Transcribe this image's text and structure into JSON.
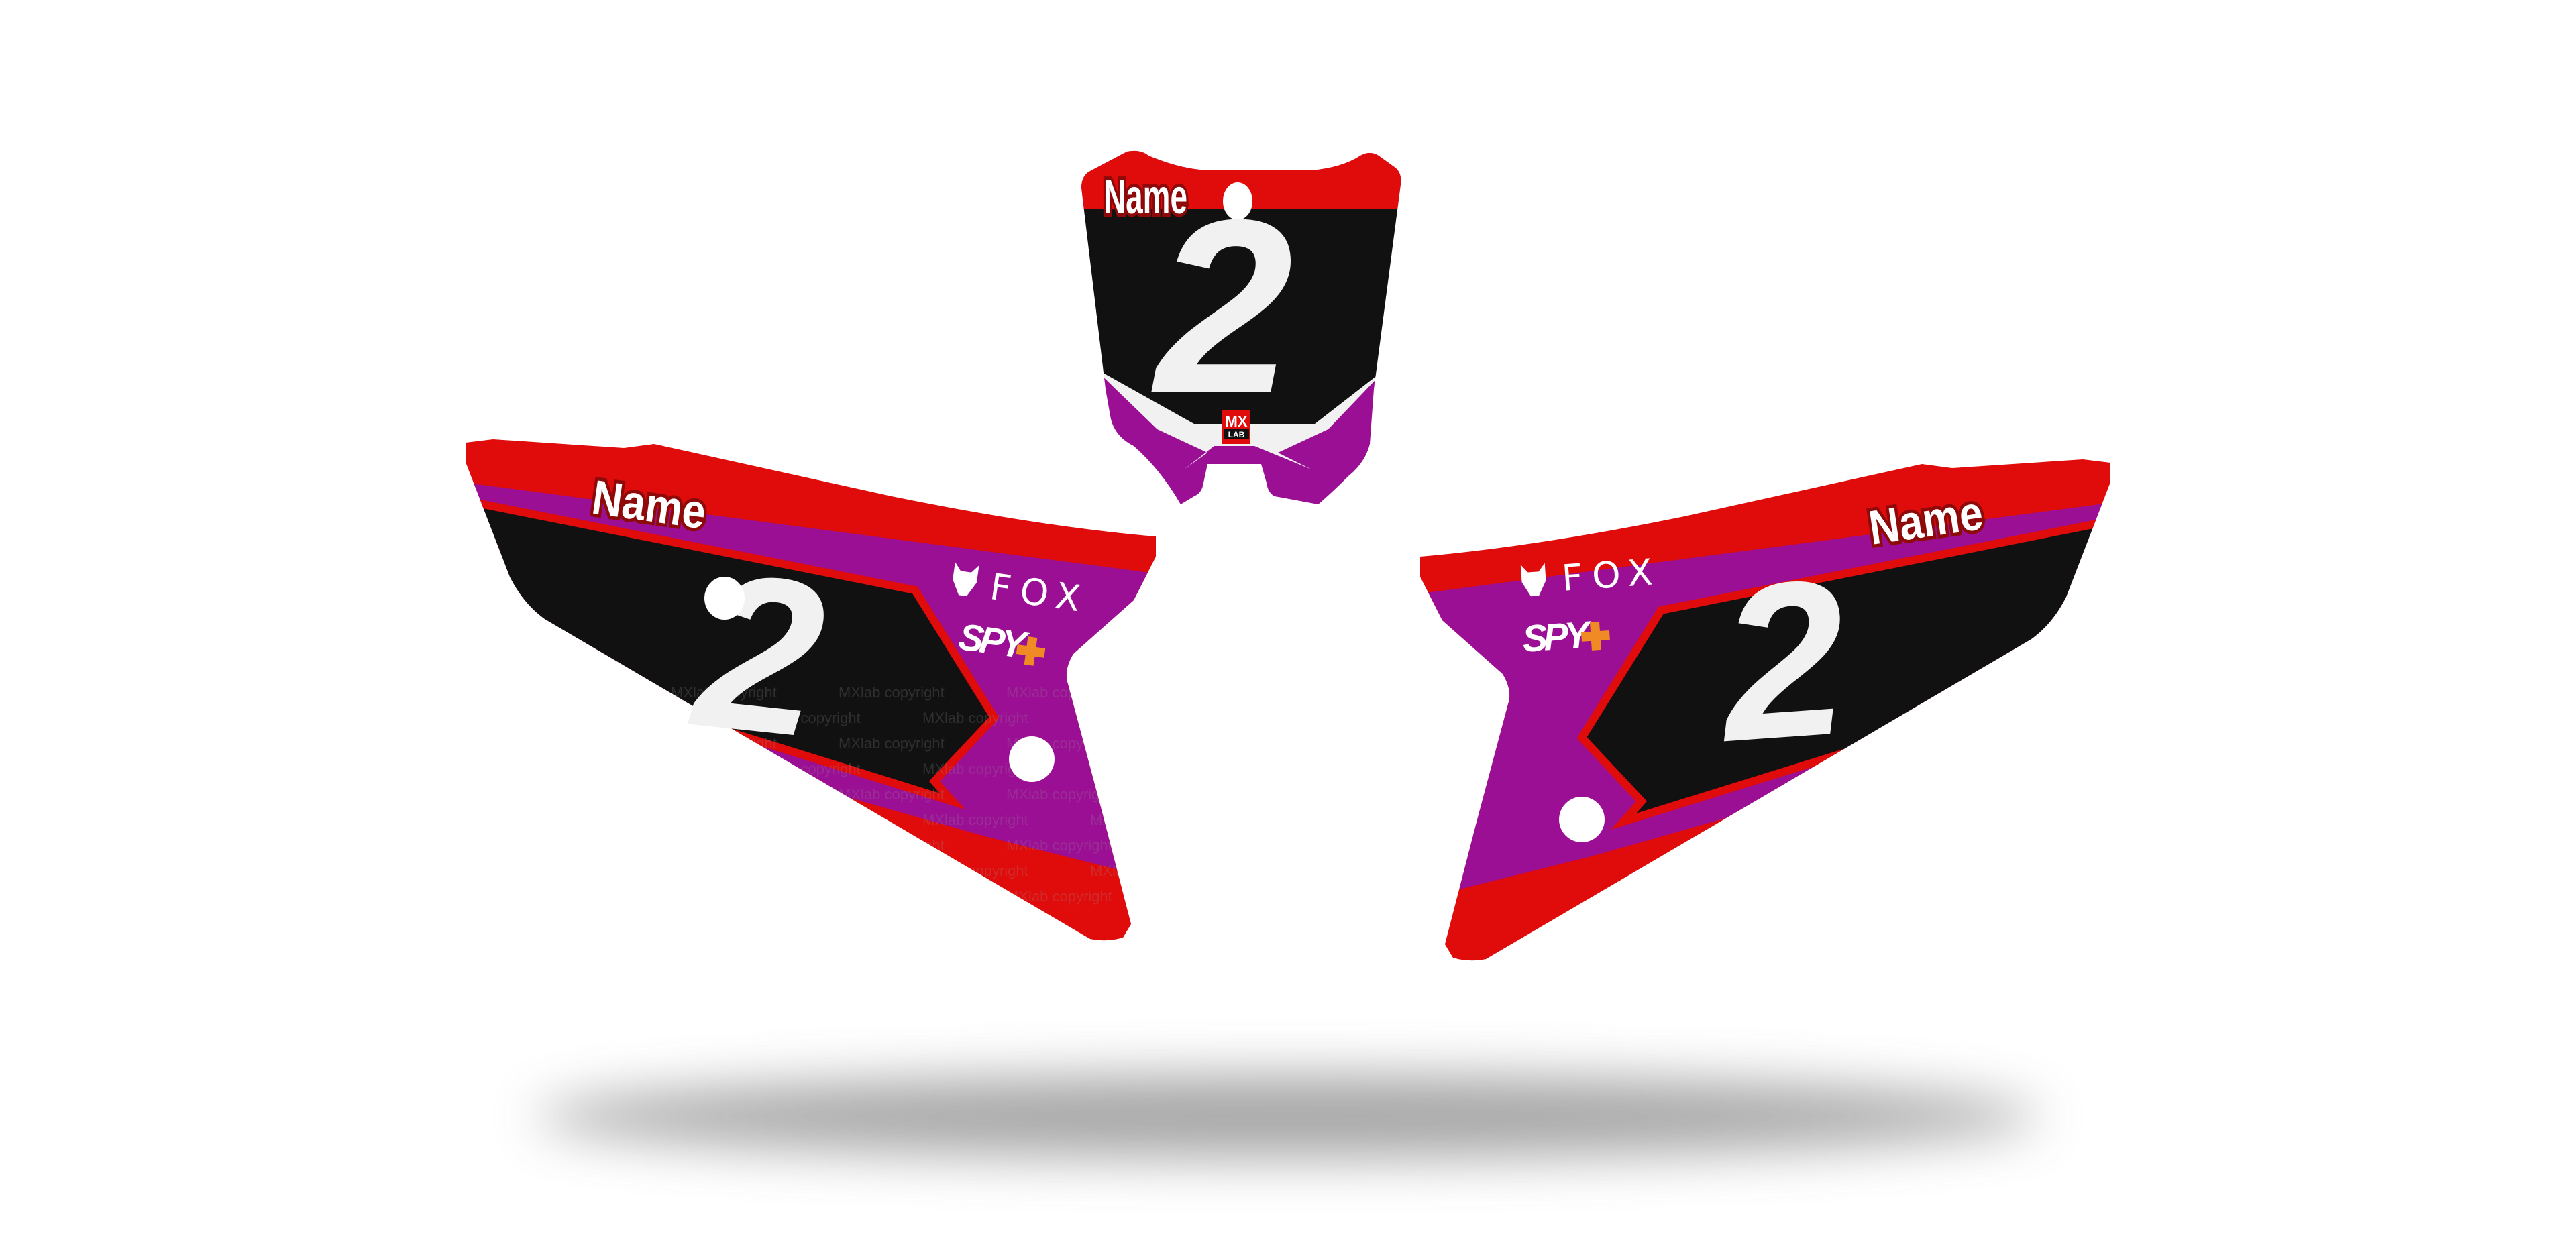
{
  "product": {
    "front_plate": {
      "name": "Name",
      "number": "2",
      "logo_top": "MX",
      "logo_bottom": "LAB"
    },
    "left_side_panel": {
      "name": "Name",
      "number": "2",
      "sponsors": [
        "FOX",
        "SPY"
      ]
    },
    "right_side_panel": {
      "name": "Name",
      "number": "2",
      "sponsors": [
        "FOX",
        "SPY"
      ]
    },
    "watermark": "MXlab copyright"
  },
  "colors": {
    "red": "#e00b0b",
    "black": "#111111",
    "purple": "#9a0f94",
    "white": "#f1f1f1",
    "spy_plus": "#f08a24"
  }
}
